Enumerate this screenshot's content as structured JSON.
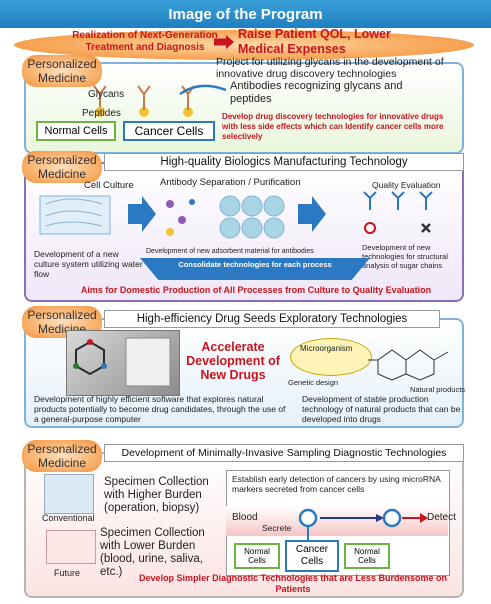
{
  "title": "Image of the Program",
  "top": {
    "left_text": "Realization of Next-Generation Treatment and Diagnosis",
    "right_text": "Raise Patient QOL, Lower Medical Expenses"
  },
  "s1": {
    "badge": "Personalized Medicine",
    "header": "Project for utilizing glycans in the development of innovative drug discovery technologies",
    "glycans": "Glycans",
    "peptides": "Peptides",
    "antibodies": "Antibodies recognizing glycans and peptides",
    "normal_cells": "Normal Cells",
    "cancer_cells": "Cancer Cells",
    "develop": "Develop drug discovery technologies for innovative drugs with less side effects which can Identify cancer cells more selectively"
  },
  "s2": {
    "badge": "Personalized Medicine",
    "header": "High-quality Biologics Manufacturing Technology",
    "cell_culture": "Cell Culture",
    "antibody_sep": "Antibody Separation / Purification",
    "quality_eval": "Quality Evaluation",
    "desc1": "Development of a new culture system utilizing water flow",
    "desc2": "Development of new adsorbent material for antibodies",
    "desc3": "Development of new technologies for structural analysis of sugar chains",
    "consolidate": "Consolidate technologies for each process",
    "aims": "Aims for Domestic Production of All Processes from Culture to Quality Evaluation"
  },
  "s3": {
    "badge": "Personalized Medicine",
    "header": "High-efficiency Drug Seeds Exploratory Technologies",
    "accelerate": "Accelerate Development of New Drugs",
    "microorganism": "Microorganism",
    "genetic_design": "Genetic design",
    "natural_products": "Natural products",
    "desc_left": "Development of highly efficient software that explores natural products potentially to become drug candidates, through the use of a general-purpose computer",
    "desc_right": "Development of stable production technology of natural products that can be developed into drugs"
  },
  "s4": {
    "badge": "Personalized Medicine",
    "header": "Development of Minimally-Invasive Sampling Diagnostic Technologies",
    "spec_high": "Specimen Collection with Higher Burden (operation, biopsy)",
    "conventional": "Conventional",
    "spec_low": "Specimen Collection with Lower Burden (blood, urine, saliva, etc.)",
    "future": "Future",
    "establish": "Establish early detection of cancers by using microRNA markers secreted from cancer cells",
    "blood": "Blood",
    "secrete": "Secrete",
    "detect": "Detect",
    "normal_cells_1": "Normal Cells",
    "cancer_cells": "Cancer Cells",
    "normal_cells_2": "Normal Cells",
    "develop": "Develop Simpler Diagnostic Technologies that are Less Burdensome on Patients"
  }
}
